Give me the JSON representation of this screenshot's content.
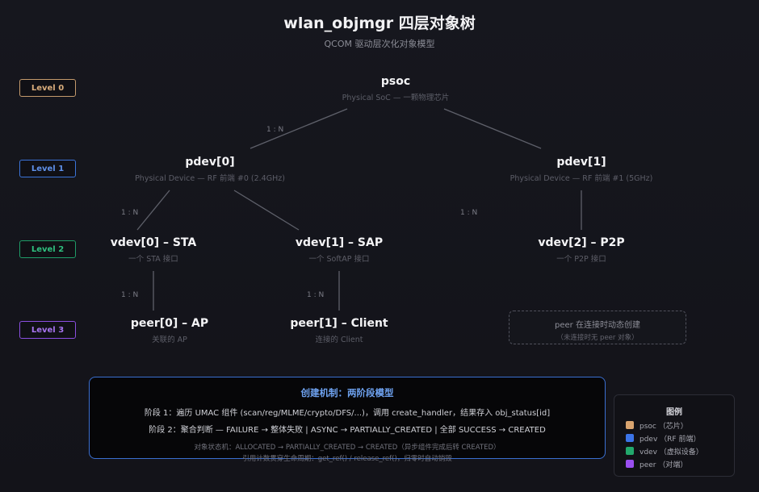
{
  "header": {
    "title": "wlan_objmgr 四层对象树",
    "subtitle": "QCOM 驱动层次化对象模型"
  },
  "levels": [
    {
      "label": "Level 0",
      "color": "#c49a6c"
    },
    {
      "label": "Level 1",
      "color": "#3b74d9"
    },
    {
      "label": "Level 2",
      "color": "#1f9c67"
    },
    {
      "label": "Level 3",
      "color": "#8a4fe0"
    }
  ],
  "nodes": {
    "psoc": {
      "name": "psoc",
      "desc": "Physical SoC — 一颗物理芯片"
    },
    "pdev0": {
      "name": "pdev[0]",
      "desc": "Physical Device — RF 前端 #0 (2.4GHz)"
    },
    "pdev1": {
      "name": "pdev[1]",
      "desc": "Physical Device — RF 前端 #1 (5GHz)"
    },
    "vdev0": {
      "name": "vdev[0] – STA",
      "desc": "一个 STA 接口"
    },
    "vdev1": {
      "name": "vdev[1] – SAP",
      "desc": "一个 SoftAP 接口"
    },
    "vdev2": {
      "name": "vdev[2] – P2P",
      "desc": "一个 P2P 接口"
    },
    "peer0": {
      "name": "peer[0] – AP",
      "desc": "关联的 AP"
    },
    "peer1": {
      "name": "peer[1] – Client",
      "desc": "连接的 Client"
    }
  },
  "relations": {
    "r1": "1 : N",
    "r2": "1 : N",
    "r3": "1 : N",
    "r4": "1 : N",
    "r5": "1 : N"
  },
  "peer_note": {
    "line1": "peer 在连接时动态创建",
    "line2": "（未连接时无 peer 对象）"
  },
  "mechanism": {
    "title": "创建机制：两阶段模型",
    "phase1": "阶段 1：遍历 UMAC 组件 (scan/reg/MLME/crypto/DFS/...)，调用 create_handler，结果存入 obj_status[id]",
    "phase2": "阶段 2：聚合判断 — FAILURE → 整体失败 | ASYNC → PARTIALLY_CREATED | 全部 SUCCESS → CREATED",
    "state": "对象状态机：ALLOCATED → PARTIALLY_CREATED → CREATED（异步组件完成后转 CREATED）",
    "refcount": "引用计数贯穿生命周期：get_ref() / release_ref()，归零时自动销毁"
  },
  "legend": {
    "title": "图例",
    "items": [
      {
        "label": "psoc （芯片）",
        "color": "#d9a46f"
      },
      {
        "label": "pdev （RF 前端）",
        "color": "#3b74e8"
      },
      {
        "label": "vdev （虚拟设备）",
        "color": "#22a86c"
      },
      {
        "label": "peer （对端）",
        "color": "#9a4ff0"
      }
    ]
  },
  "colors": {
    "connector": "#5e606a",
    "accent": "#3a6fd0"
  }
}
